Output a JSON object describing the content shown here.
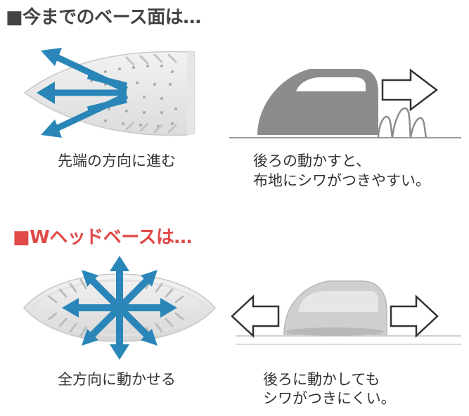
{
  "sections": [
    {
      "heading": "■今までのベース面は…",
      "left_caption": "先端の方向に進む",
      "right_caption_lines": [
        "後ろの動かすと、",
        "布地にシワがつきやすい。"
      ]
    },
    {
      "heading": "■Wヘッドベースは…",
      "left_caption": "全方向に動かせる",
      "right_caption_lines": [
        "後ろに動かしても",
        "シワがつきにくい。"
      ]
    }
  ],
  "colors": {
    "heading_current": "#444444",
    "heading_new": "#e04a48",
    "arrow_blue": "#2a86b8",
    "iron_gray": "#8c8c8c",
    "iron_gray_light": "#cfcfcf",
    "plate_gray": "#d8d8d8"
  }
}
